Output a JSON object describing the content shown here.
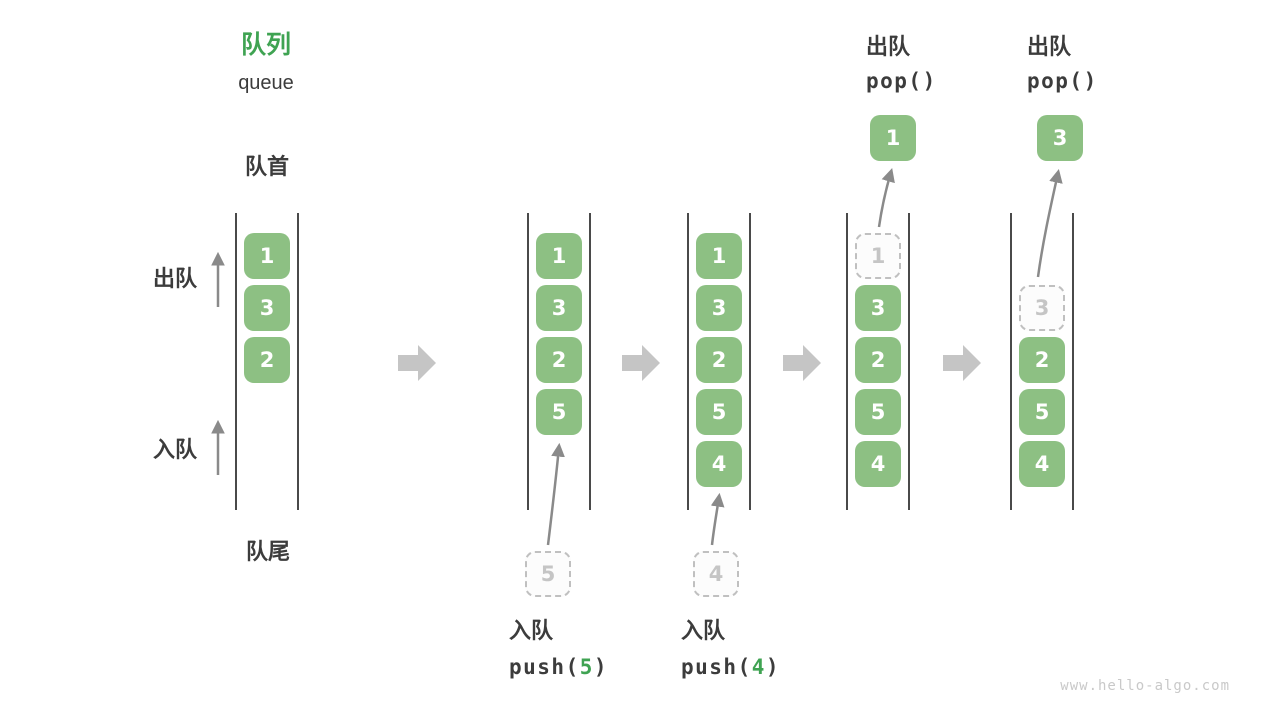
{
  "title": {
    "zh": "队列",
    "en": "queue"
  },
  "side_labels": {
    "front": "队首",
    "rear": "队尾",
    "dequeue": "出队",
    "enqueue": "入队"
  },
  "states": [
    {
      "slots": [
        {
          "v": "1",
          "style": "filled"
        },
        {
          "v": "3",
          "style": "filled"
        },
        {
          "v": "2",
          "style": "filled"
        }
      ]
    },
    {
      "slots": [
        {
          "v": "1",
          "style": "filled"
        },
        {
          "v": "3",
          "style": "filled"
        },
        {
          "v": "2",
          "style": "filled"
        },
        {
          "v": "5",
          "style": "filled"
        }
      ]
    },
    {
      "slots": [
        {
          "v": "1",
          "style": "filled"
        },
        {
          "v": "3",
          "style": "filled"
        },
        {
          "v": "2",
          "style": "filled"
        },
        {
          "v": "5",
          "style": "filled"
        },
        {
          "v": "4",
          "style": "filled"
        }
      ]
    },
    {
      "slots": [
        {
          "v": "1",
          "style": "dashed"
        },
        {
          "v": "3",
          "style": "filled"
        },
        {
          "v": "2",
          "style": "filled"
        },
        {
          "v": "5",
          "style": "filled"
        },
        {
          "v": "4",
          "style": "filled"
        }
      ]
    },
    {
      "slots": [
        {
          "v": "",
          "style": "empty"
        },
        {
          "v": "3",
          "style": "dashed"
        },
        {
          "v": "2",
          "style": "filled"
        },
        {
          "v": "5",
          "style": "filled"
        },
        {
          "v": "4",
          "style": "filled"
        }
      ]
    }
  ],
  "operations": [
    {
      "kind": "enqueue",
      "label": "入队",
      "code_prefix": "push(",
      "code_arg": "5",
      "code_suffix": ")",
      "box_value": "5"
    },
    {
      "kind": "enqueue",
      "label": "入队",
      "code_prefix": "push(",
      "code_arg": "4",
      "code_suffix": ")",
      "box_value": "4"
    },
    {
      "kind": "dequeue",
      "label": "出队",
      "code_prefix": "pop()",
      "code_arg": "",
      "code_suffix": "",
      "box_value": "1"
    },
    {
      "kind": "dequeue",
      "label": "出队",
      "code_prefix": "pop()",
      "code_arg": "",
      "code_suffix": "",
      "box_value": "3"
    }
  ],
  "colors": {
    "item_green": "#8dc083",
    "accent_green": "#3fa352",
    "text_dark": "#3c3c3c",
    "arrow_gray": "#8a8a8a",
    "block_arrow_gray": "#c5c5c5",
    "dashed_border_gray": "#c0c0c0",
    "dashed_text_gray": "#c5c5c5",
    "wall_gray": "#4a4a4a",
    "watermark_gray": "#c9c9c9"
  },
  "watermark": "www.hello-algo.com"
}
